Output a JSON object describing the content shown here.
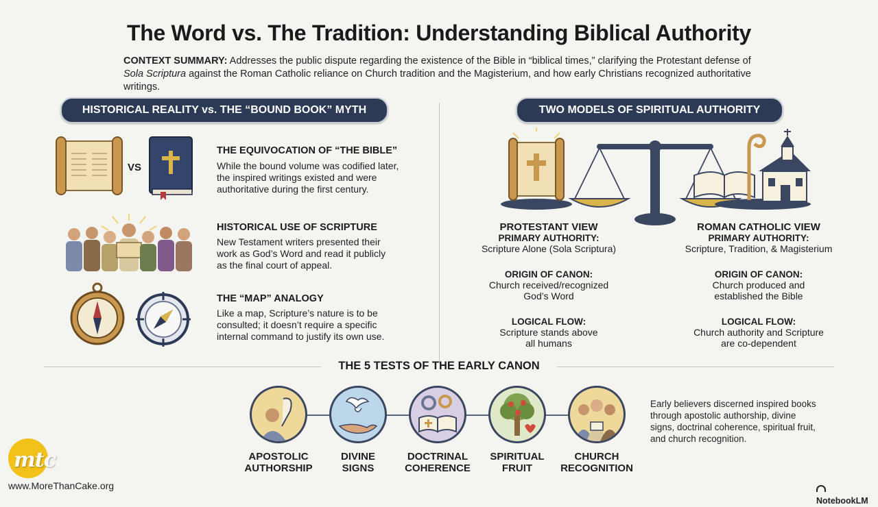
{
  "title": "The Word vs. The Tradition: Understanding Biblical Authority",
  "summary": {
    "label": "CONTEXT SUMMARY:",
    "text_a": "Addresses the public dispute regarding the existence of the Bible in “biblical times,” clarifying the Protestant defense of ",
    "italic": "Sola Scriptura",
    "text_b": " against the Roman Catholic reliance on Church tradition and the Magisterium, and how early Christians recognized authoritative writings."
  },
  "left_section": {
    "header": "HISTORICAL REALITY vs. THE “BOUND BOOK” MYTH",
    "vs_label": "VS",
    "items": [
      {
        "title": "THE EQUIVOCATION OF “THE BIBLE”",
        "l1": "While the bound volume was codified later,",
        "l2": "the inspired writings existed and were",
        "l3": "authoritative during the first century."
      },
      {
        "title": "HISTORICAL USE OF SCRIPTURE",
        "l1": "New Testament writers presented their",
        "l2": "work as God’s Word and read it publicly",
        "l3": "as the final court of appeal."
      },
      {
        "title": "THE “MAP” ANALOGY",
        "l1": "Like a map, Scripture’s nature is to be",
        "l2": "consulted; it doesn’t require a specific",
        "l3": "internal command to justify its own use."
      }
    ]
  },
  "right_section": {
    "header": "TWO MODELS OF SPIRITUAL AUTHORITY",
    "protestant": {
      "head": "PROTESTANT VIEW",
      "pa_label": "PRIMARY AUTHORITY:",
      "pa": "Scripture Alone (Sola Scriptura)",
      "oc_label": "ORIGIN OF CANON:",
      "oc1": "Church received/recognized",
      "oc2": "God’s Word",
      "lf_label": "LOGICAL FLOW:",
      "lf1": "Scripture stands above",
      "lf2": "all humans"
    },
    "catholic": {
      "head": "ROMAN CATHOLIC VIEW",
      "pa_label": "PRIMARY AUTHORITY:",
      "pa": "Scripture, Tradition, & Magisterium",
      "oc_label": "ORIGIN OF CANON:",
      "oc1": "Church produced and",
      "oc2": "established the Bible",
      "lf_label": "LOGICAL FLOW:",
      "lf1": "Church authority and Scripture",
      "lf2": "are co-dependent"
    }
  },
  "canon": {
    "header": "THE 5 TESTS OF THE EARLY CANON",
    "tests": [
      {
        "l1": "APOSTOLIC",
        "l2": "AUTHORSHIP"
      },
      {
        "l1": "DIVINE",
        "l2": "SIGNS"
      },
      {
        "l1": "DOCTRINAL",
        "l2": "COHERENCE"
      },
      {
        "l1": "SPIRITUAL",
        "l2": "FRUIT"
      },
      {
        "l1": "CHURCH",
        "l2": "RECOGNITION"
      }
    ],
    "note1": "Early believers discerned inspired books",
    "note2": "through apostolic authorship, divine",
    "note3": "signs, doctrinal coherence, spiritual fruit,",
    "note4": "and church recognition."
  },
  "footer": {
    "logo_text": "mtc",
    "url": "www.MoreThanCake.org",
    "brand": "NotebookLM"
  },
  "colors": {
    "navy": "#2d3a55",
    "gold": "#d9b44a",
    "background": "#f4f4f1"
  }
}
